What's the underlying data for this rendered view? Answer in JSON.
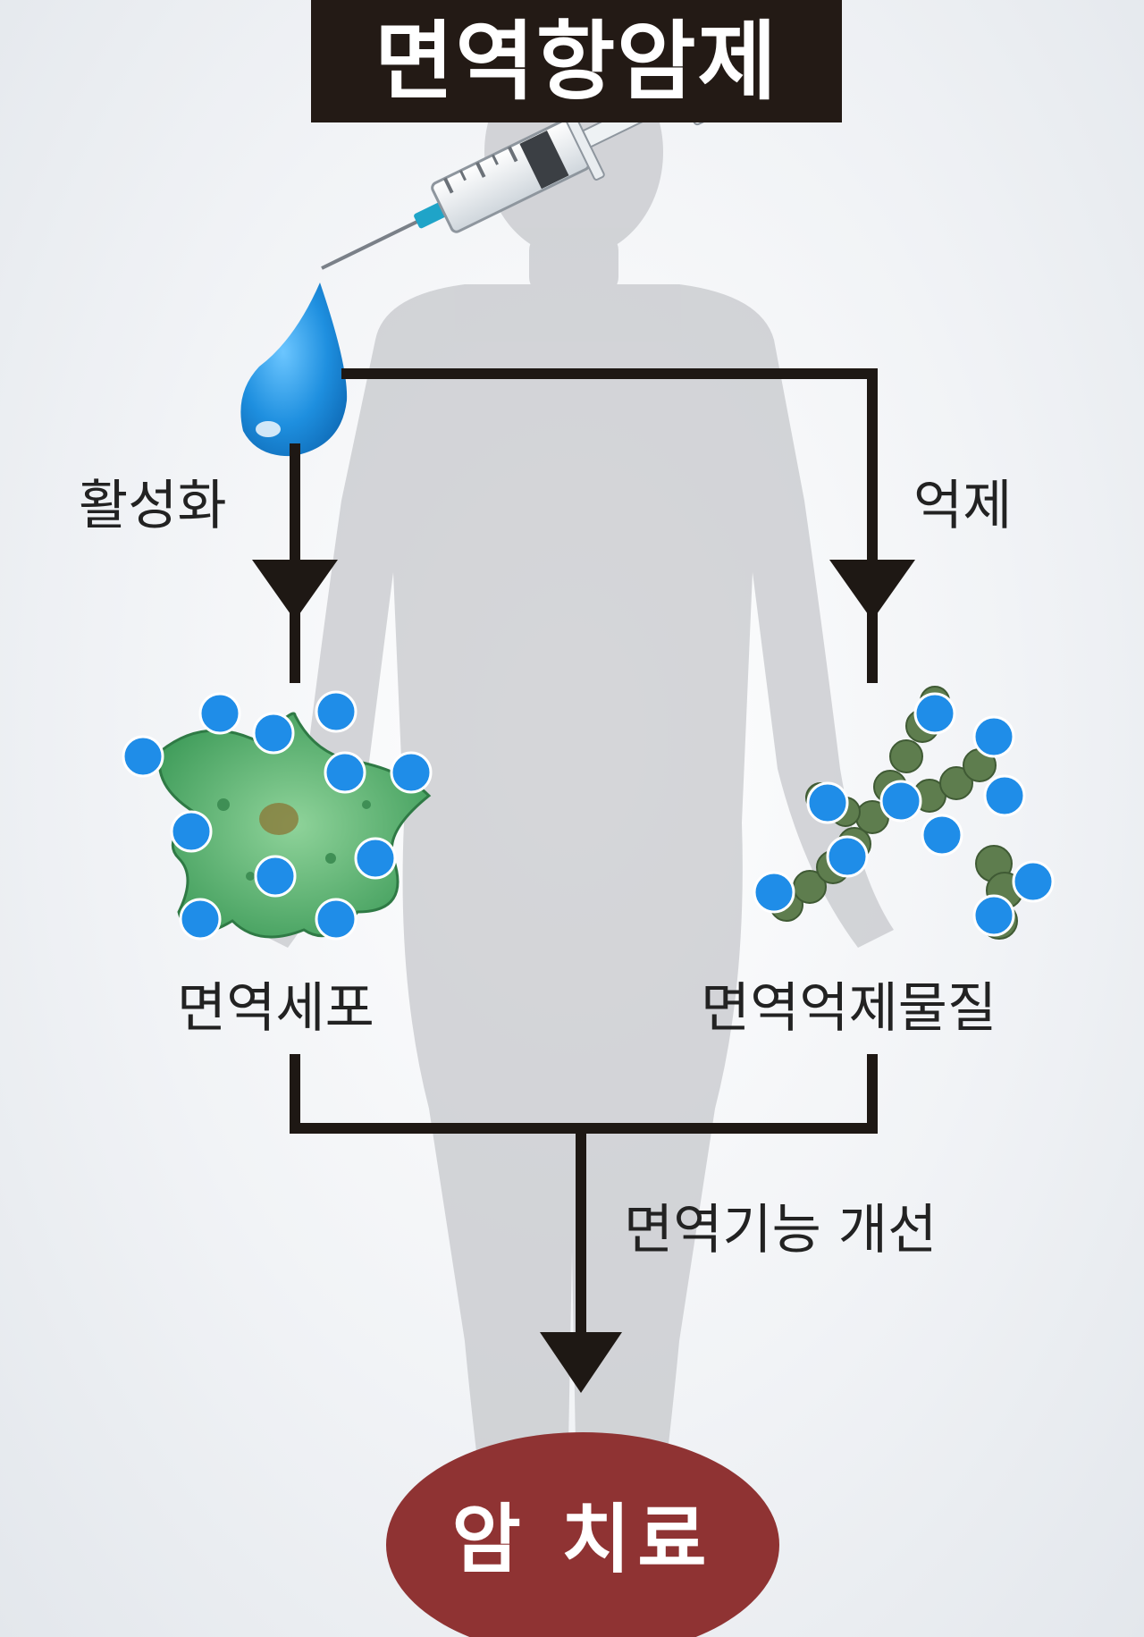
{
  "title": "면역항암제",
  "labels": {
    "activate": "활성화",
    "suppress": "억제",
    "immune_cell": "면역세포",
    "immune_suppressor": "면역억제물질",
    "immune_function_improvement": "면역기능 개선"
  },
  "result": "암 치료",
  "colors": {
    "title_background": "#231a15",
    "arrow": "#1e1814",
    "drop": "#1e8fdf",
    "receptor_dot": "#1f8de8",
    "immune_cell": "#5fae72",
    "suppressor_chain": "#5e7d4e",
    "result_ellipse": "#8f3333",
    "silhouette": "#c3c5c9"
  }
}
